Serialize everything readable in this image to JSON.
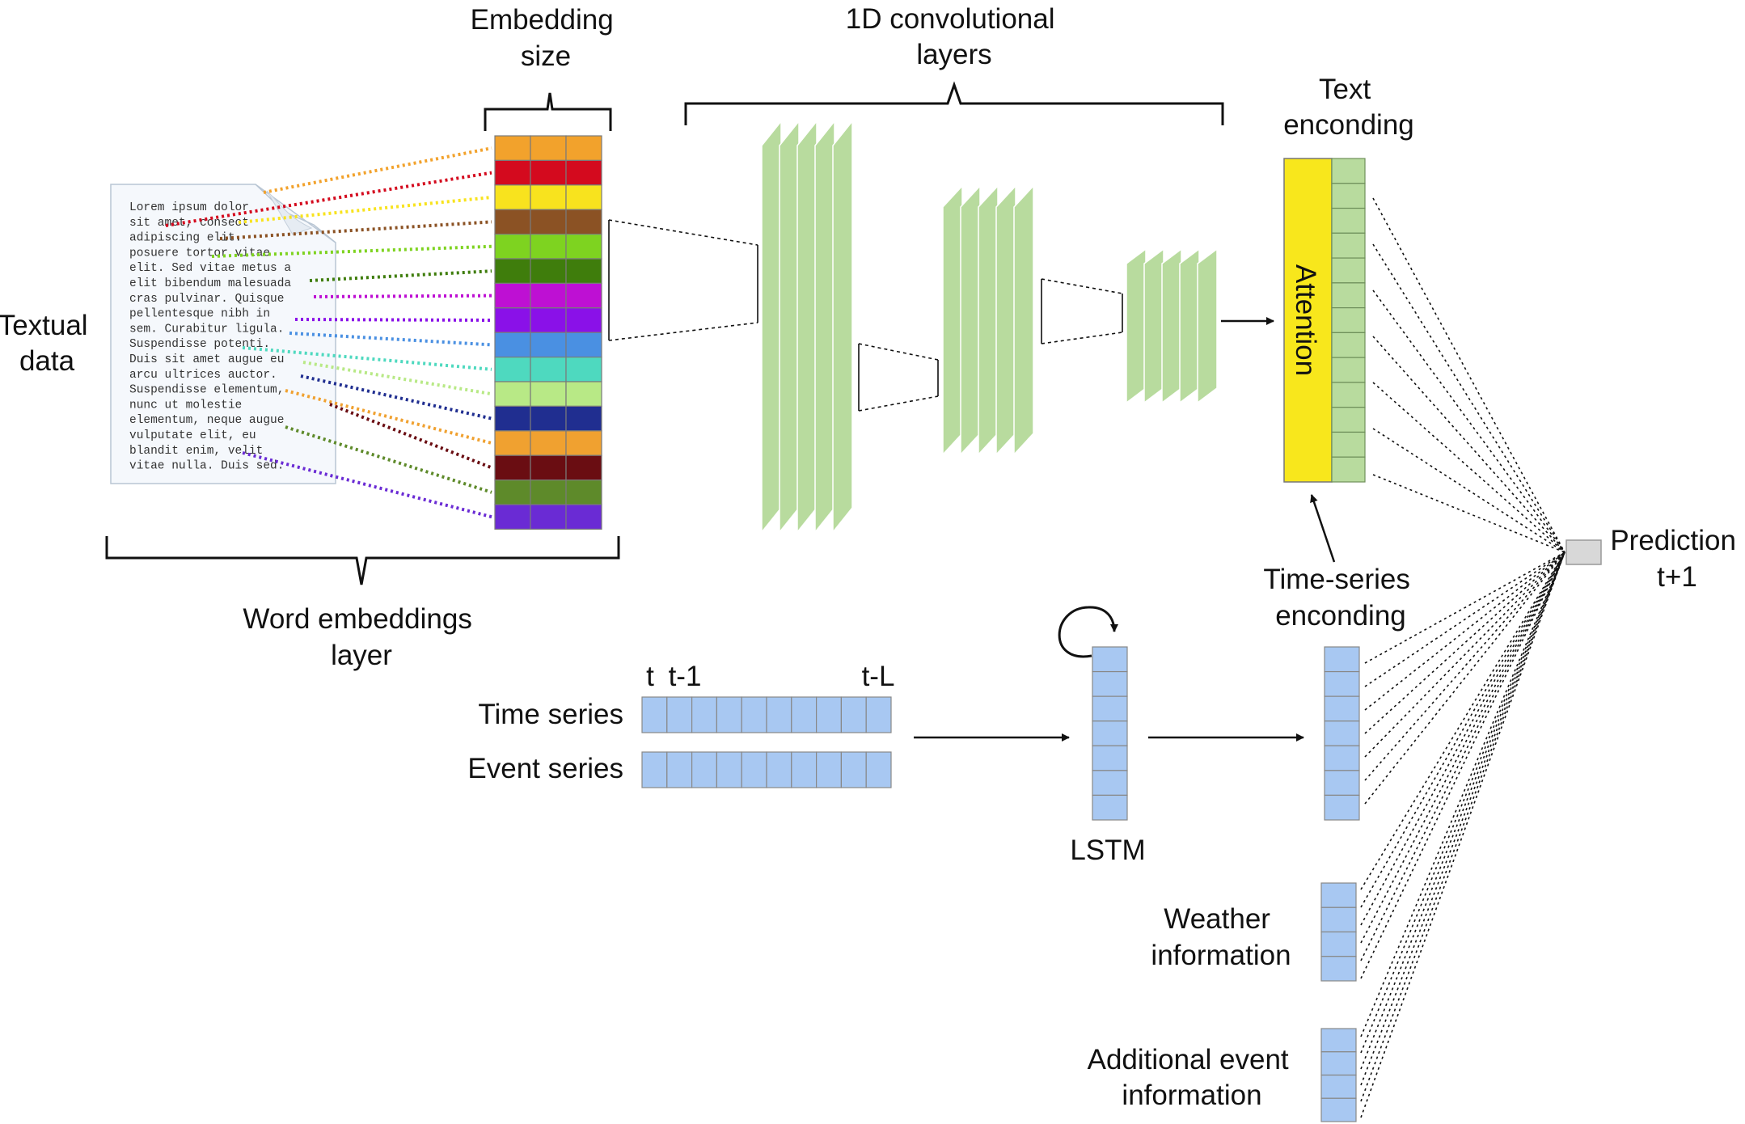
{
  "labels": {
    "textual_data": [
      "Textual",
      "data"
    ],
    "embedding_size": [
      "Embedding",
      "size"
    ],
    "conv_layers": [
      "1D convolutional",
      "layers"
    ],
    "text_encoding": [
      "Text",
      "enconding"
    ],
    "attention": "Attention",
    "word_embeddings": [
      "Word embeddings",
      "layer"
    ],
    "time_series_encoding": [
      "Time-series",
      "enconding"
    ],
    "prediction": [
      "Prediction",
      "t+1"
    ],
    "time_series": "Time series",
    "event_series": "Event series",
    "lstm": "LSTM",
    "weather": [
      "Weather",
      "information"
    ],
    "additional_event": [
      "Additional event",
      "information"
    ],
    "time_indices": {
      "t": "t",
      "t_minus_1": "t-1",
      "t_minus_L": "t-L"
    }
  },
  "document_text": [
    "Lorem ipsum dolor",
    "sit amet, consect",
    "adipiscing elit.",
    "posuere tortor vitae",
    "elit. Sed vitae metus a",
    "elit bibendum malesuada",
    "cras pulvinar. Quisque",
    "pellentesque nibh in",
    "sem. Curabitur ligula.",
    "Suspendisse potenti.",
    "Duis sit amet augue eu",
    "arcu ultrices auctor.",
    "Suspendisse elementum,",
    "nunc ut molestie",
    "elementum, neque augue",
    "vulputate elit, eu",
    "blandit enim, velit",
    "vitae nulla. Duis sed."
  ],
  "colors": {
    "embedding_rows": [
      "#F2A22C",
      "#D40A1E",
      "#F8E31E",
      "#8B5224",
      "#7ED320",
      "#3F7D0C",
      "#BE10D3",
      "#8A11E8",
      "#4A90E2",
      "#4ED9BF",
      "#B8E986",
      "#202E90",
      "#F0A130",
      "#6A0D12",
      "#5E8A2A",
      "#6A2BD4"
    ],
    "conv_filter": "#B8DB9E",
    "attention": "#F8E71C",
    "text_encoding_cells": "#B8DB9E",
    "series_cells": "#A8C8F2",
    "prediction_box": "#D8D8D8"
  }
}
